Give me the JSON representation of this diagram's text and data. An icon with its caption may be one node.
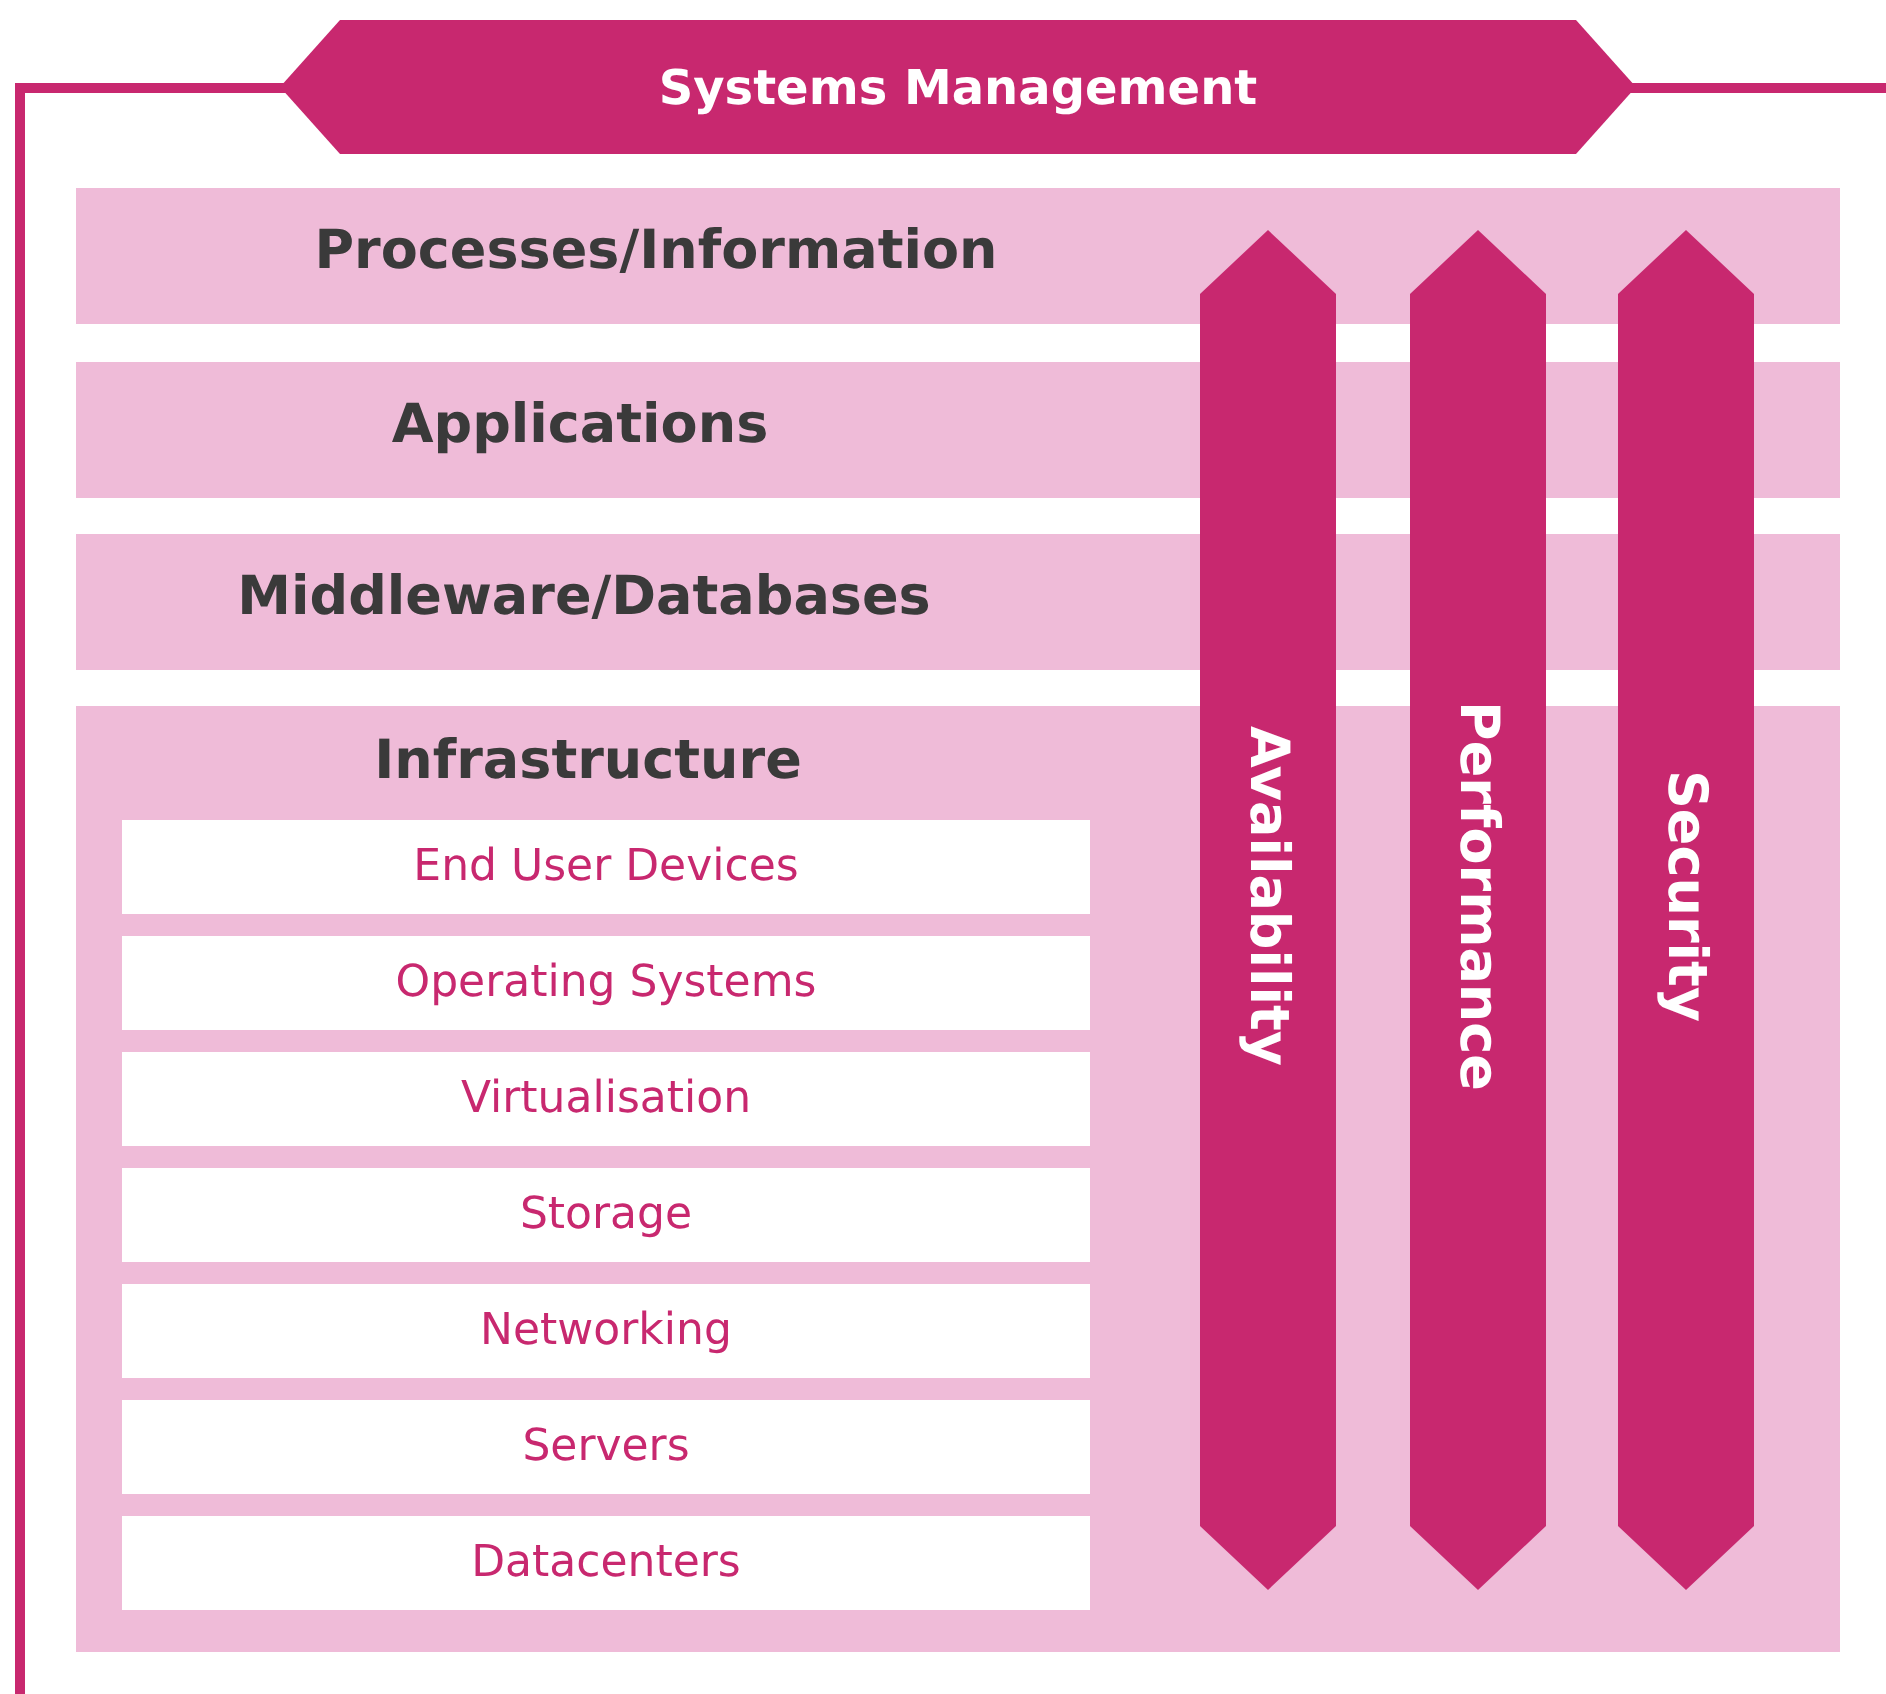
{
  "diagram": {
    "nodes": [
      {
        "text": [
          "Systems Management"
        ]
      },
      {
        "text": [
          "Processes/Information"
        ],
        "in": 0
      },
      {
        "text": [
          "Applications"
        ],
        "in": 0
      },
      {
        "text": [
          "Middleware/Databases"
        ],
        "in": 0
      },
      {
        "text": [
          "Infrastructure"
        ],
        "in": 0
      },
      {
        "text": [
          "End User Devices"
        ],
        "in": 4
      },
      {
        "text": [
          "Operating Systems"
        ],
        "in": 4
      },
      {
        "text": [
          "Virtualisation"
        ],
        "in": 4
      },
      {
        "text": [
          "Storage"
        ],
        "in": 4
      },
      {
        "text": [
          "Networking"
        ],
        "in": 4
      },
      {
        "text": [
          "Servers"
        ],
        "in": 4
      },
      {
        "text": [
          "Datacenters"
        ],
        "in": 4
      },
      {
        "text": [
          "Availability"
        ],
        "in": 0
      },
      {
        "text": [
          "Performance"
        ],
        "in": 0
      },
      {
        "text": [
          "Security"
        ],
        "in": 0
      }
    ],
    "edges": []
  }
}
